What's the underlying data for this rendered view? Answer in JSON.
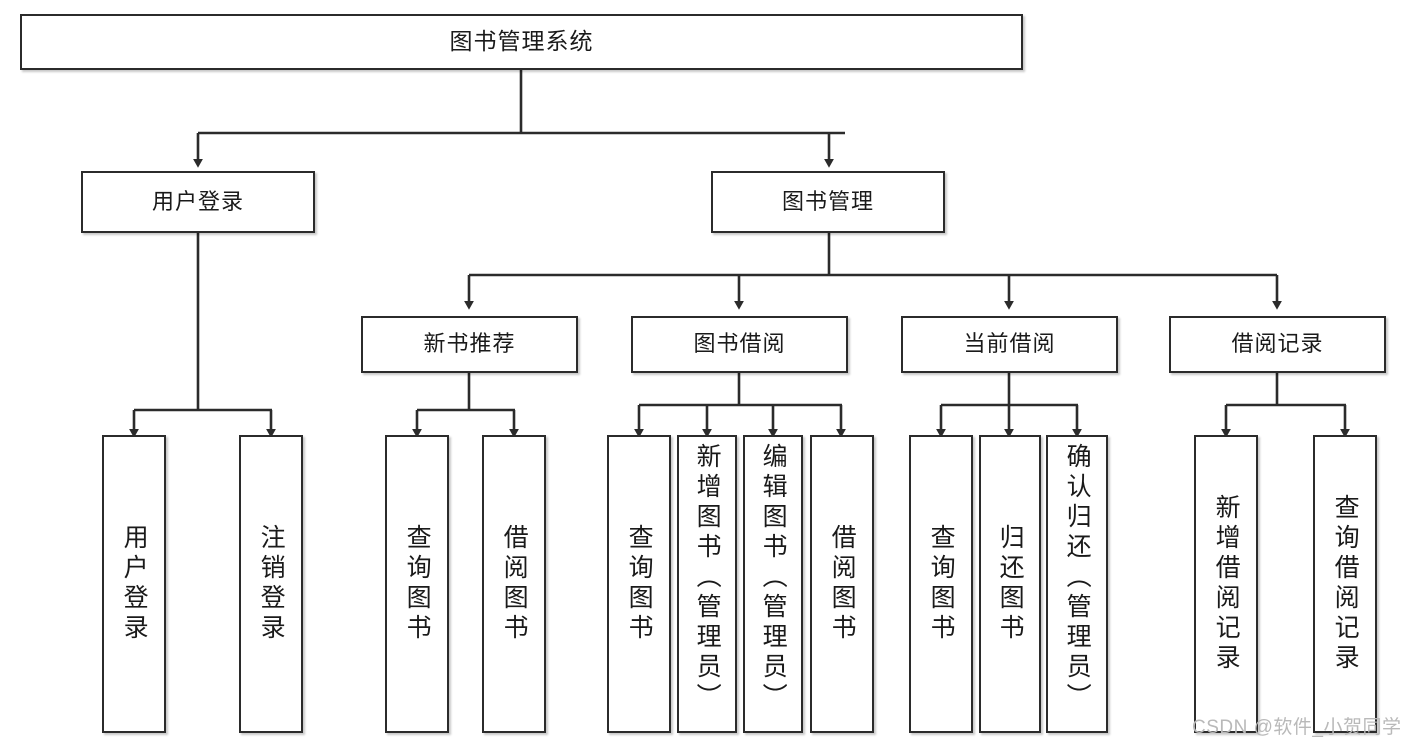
{
  "diagram": {
    "type": "tree-hierarchy",
    "title": "图书管理系统",
    "colors": {
      "box_border": "#2b2b2b",
      "box_fill": "#ffffff",
      "connector": "#2b2b2b",
      "watermark": "#b9b9b9"
    },
    "root": {
      "id": "root",
      "label": "图书管理系统"
    },
    "level2": [
      {
        "id": "user-login",
        "label": "用户登录"
      },
      {
        "id": "book-manage",
        "label": "图书管理"
      }
    ],
    "level3": [
      {
        "id": "new-book-recommend",
        "label": "新书推荐",
        "parent": "book-manage"
      },
      {
        "id": "book-borrow",
        "label": "图书借阅",
        "parent": "book-manage"
      },
      {
        "id": "current-borrow",
        "label": "当前借阅",
        "parent": "book-manage"
      },
      {
        "id": "borrow-record",
        "label": "借阅记录",
        "parent": "book-manage"
      }
    ],
    "leaves": [
      {
        "id": "leaf-user-login",
        "label": "用户登录",
        "parent": "user-login"
      },
      {
        "id": "leaf-user-logout",
        "label": "注销登录",
        "parent": "user-login"
      },
      {
        "id": "leaf-rec-query-book",
        "label": "查询图书",
        "parent": "new-book-recommend"
      },
      {
        "id": "leaf-rec-borrow-book",
        "label": "借阅图书",
        "parent": "new-book-recommend"
      },
      {
        "id": "leaf-borrow-query-book",
        "label": "查询图书",
        "parent": "book-borrow"
      },
      {
        "id": "leaf-borrow-add-book",
        "label": "新增图书（管理员）",
        "parent": "book-borrow"
      },
      {
        "id": "leaf-borrow-edit-book",
        "label": "编辑图书（管理员）",
        "parent": "book-borrow"
      },
      {
        "id": "leaf-borrow-borrow-book",
        "label": "借阅图书",
        "parent": "book-borrow"
      },
      {
        "id": "leaf-cur-query-book",
        "label": "查询图书",
        "parent": "current-borrow"
      },
      {
        "id": "leaf-cur-return-book",
        "label": "归还图书",
        "parent": "current-borrow"
      },
      {
        "id": "leaf-cur-confirm-return",
        "label": "确认归还（管理员）",
        "parent": "current-borrow"
      },
      {
        "id": "leaf-rec-add-record",
        "label": "新增借阅记录",
        "parent": "borrow-record"
      },
      {
        "id": "leaf-rec-query-record",
        "label": "查询借阅记录",
        "parent": "borrow-record"
      }
    ]
  },
  "watermark": {
    "text": "CSDN @软件_小贺同学"
  }
}
